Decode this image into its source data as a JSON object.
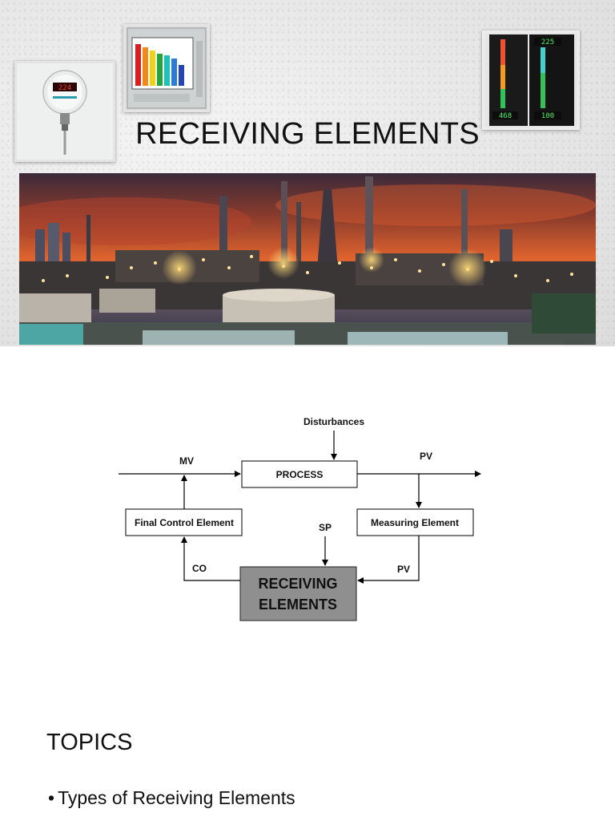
{
  "slide1": {
    "title": "RECEIVING ELEMENTS",
    "images": {
      "left_device": "thermometer-transmitter",
      "center_device": "bar-graph-recorder",
      "right_device": "bargraph-indicators",
      "banner": "oil-refinery-at-dusk"
    },
    "right_device_readouts": [
      "225",
      "468",
      "100"
    ],
    "left_device_readout": "224"
  },
  "slide2": {
    "diagram": {
      "process": "PROCESS",
      "measuring": "Measuring Element",
      "final_control": "Final Control Element",
      "receiving_line1": "RECEIVING",
      "receiving_line2": "ELEMENTS",
      "disturbances": "Disturbances",
      "mv": "MV",
      "pv_top": "PV",
      "pv_bottom": "PV",
      "sp": "SP",
      "co": "CO"
    }
  },
  "slide3": {
    "heading": "TOPICS",
    "bullets": [
      "Types of Receiving Elements"
    ]
  }
}
